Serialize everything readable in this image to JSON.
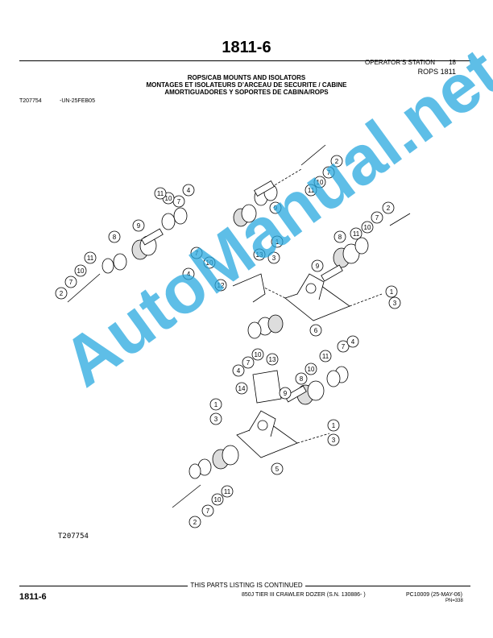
{
  "page_title": "1811-6",
  "section": {
    "label": "OPERATOR’S STATION",
    "number": "18"
  },
  "group": "ROPS 1811",
  "headings": {
    "en": "ROPS/CAB MOUNTS AND ISOLATORS",
    "fr": "MONTAGES ET ISOLATEURS D’ARCEAU DE SECURITE / CABINE",
    "es": "AMORTIGUADORES Y SOPORTES DE CABINA/ROPS"
  },
  "figure": {
    "id": "T207754",
    "date": "-UN-25FEB05",
    "bottom_id": "T207754"
  },
  "callouts": [
    "1",
    "2",
    "3",
    "4",
    "5",
    "6",
    "7",
    "8",
    "9",
    "10",
    "11",
    "12",
    "13",
    "14"
  ],
  "watermark": "AutoManual.net",
  "footer": {
    "continued": "THIS PARTS LISTING IS CONTINUED",
    "page": "1811-6",
    "model": "850J TIER III CRAWLER DOZER (S.N. 130886-        )",
    "pc": "PC10009",
    "date": "(25-MAY-06)",
    "pn": "PN=338"
  }
}
